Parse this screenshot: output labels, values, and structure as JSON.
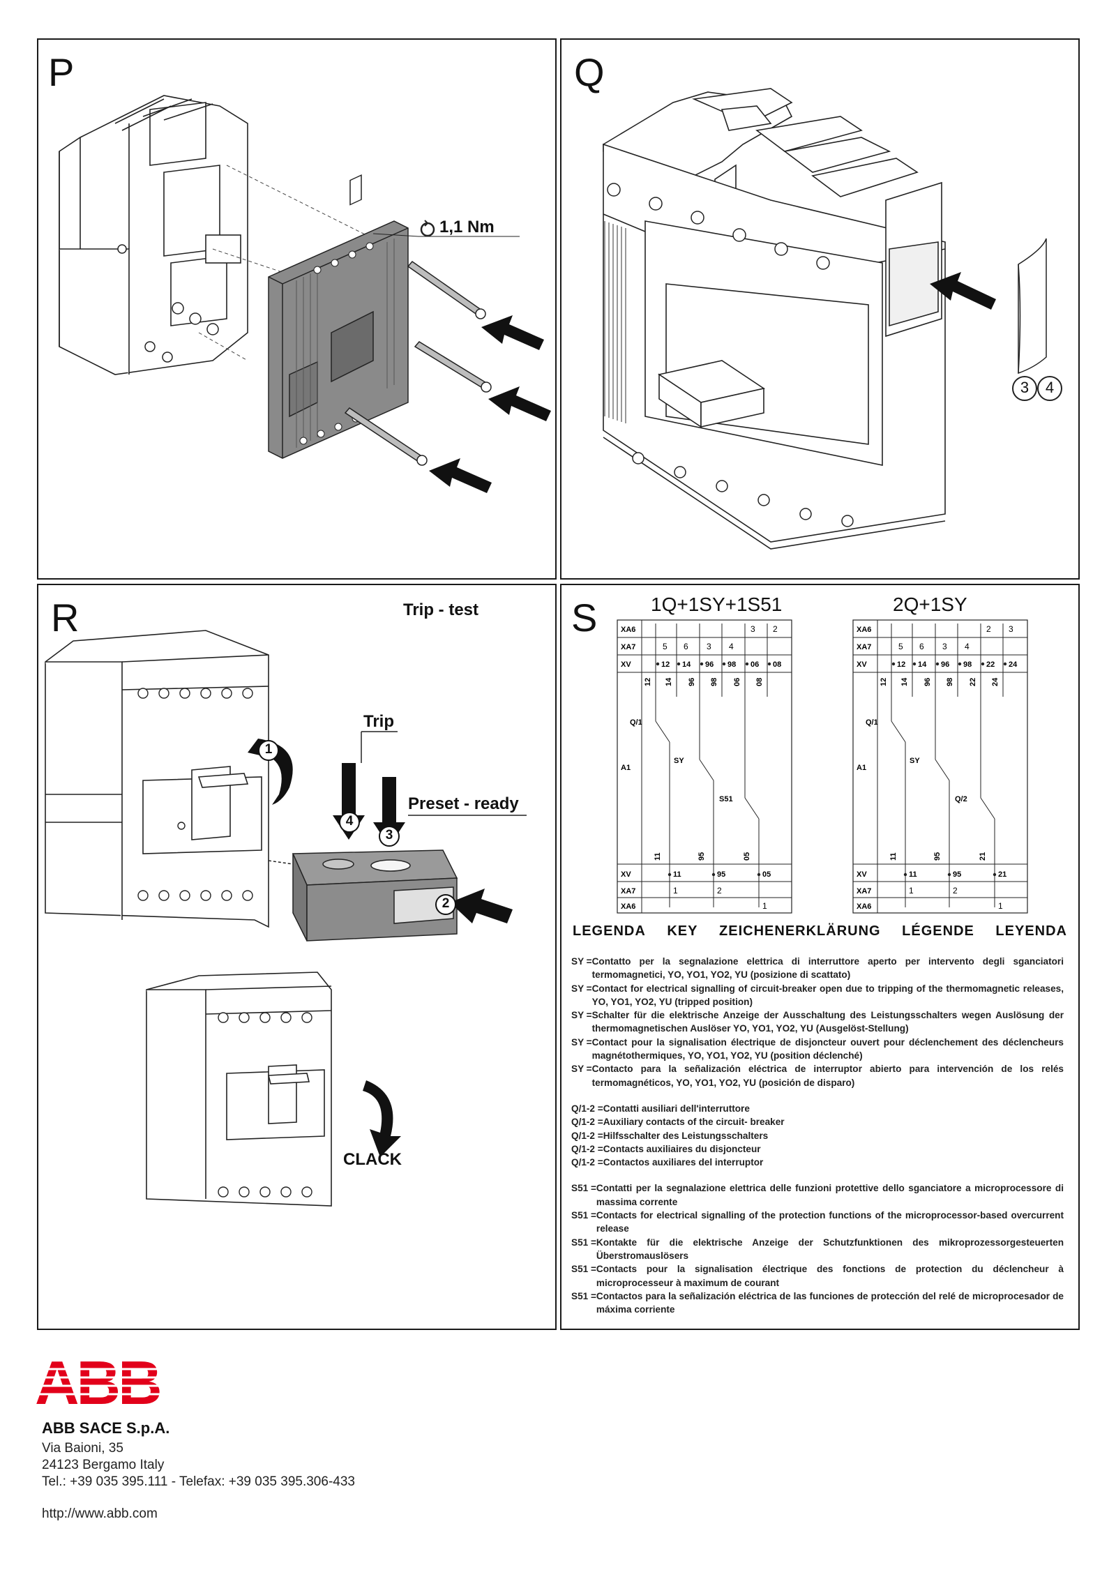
{
  "panels": {
    "p": {
      "letter": "P",
      "torque": "1,1 Nm"
    },
    "q": {
      "letter": "Q",
      "callouts": [
        "3",
        "4"
      ]
    },
    "r": {
      "letter": "R",
      "title": "Trip - test",
      "trip": "Trip",
      "preset": "Preset - ready",
      "clack": "CLACK",
      "steps": [
        "1",
        "2",
        "3",
        "4"
      ]
    },
    "s": {
      "letter": "S",
      "diagram_left": {
        "title": "1Q+1SY+1S51",
        "rows": [
          "XA6",
          "XA7",
          "XV",
          "A1",
          "XV",
          "XA7",
          "XA6"
        ],
        "top_numbers": [
          "3",
          "2"
        ],
        "xa7_top": [
          "5",
          "6",
          "3",
          "4"
        ],
        "xv_top": [
          "12",
          "14",
          "96",
          "98",
          "06",
          "08"
        ],
        "rot_top": [
          "12",
          "14",
          "96",
          "98",
          "06",
          "08"
        ],
        "devices": [
          "Q/1",
          "SY",
          "S51"
        ],
        "rot_bottom": [
          "11",
          "95",
          "05"
        ],
        "xv_bottom": [
          "11",
          "95",
          "05"
        ],
        "xa7_bottom": [
          "1",
          "2"
        ],
        "xa6_bottom": [
          "1"
        ]
      },
      "diagram_right": {
        "title": "2Q+1SY",
        "rows": [
          "XA6",
          "XA7",
          "XV",
          "A1",
          "XV",
          "XA7",
          "XA6"
        ],
        "top_numbers": [
          "2",
          "3"
        ],
        "xa7_top": [
          "5",
          "6",
          "3",
          "4"
        ],
        "xv_top": [
          "12",
          "14",
          "96",
          "98",
          "22",
          "24"
        ],
        "rot_top": [
          "12",
          "14",
          "96",
          "98",
          "22",
          "24"
        ],
        "devices": [
          "Q/1",
          "SY",
          "Q/2"
        ],
        "rot_bottom": [
          "11",
          "95",
          "21"
        ],
        "xv_bottom": [
          "11",
          "95",
          "21"
        ],
        "xa7_bottom": [
          "1",
          "2"
        ],
        "xa6_bottom": [
          "1"
        ]
      },
      "legend_titles": [
        "LEGENDA",
        "KEY",
        "ZEICHENERKLÄRUNG",
        "LÉGENDE",
        "LEYENDA"
      ],
      "legend": [
        [
          {
            "code": "SY =",
            "text": "Contatto per la segnalazione elettrica di interruttore aperto per intervento degli sganciatori termomagnetici, YO, YO1, YO2, YU (posizione di scattato)"
          },
          {
            "code": "SY = ",
            "text": "Contact for electrical signalling of circuit-breaker open due to tripping of the thermomagnetic releases, YO, YO1, YO2, YU (tripped position)"
          },
          {
            "code": "SY = ",
            "text": "Schalter für die elektrische Anzeige der Ausschaltung des Leistungsschalters wegen Auslösung der thermomagnetischen Auslöser YO, YO1, YO2, YU (Ausgelöst-Stellung)"
          },
          {
            "code": "SY =",
            "text": "Contact pour la signalisation électrique de disjoncteur ouvert pour déclenchement des déclencheurs magnétothermiques, YO, YO1, YO2, YU (position déclenché)"
          },
          {
            "code": "SY =",
            "text": "Contacto para la señalización eléctrica de interruptor abierto para intervención de los relés termomagnéticos, YO, YO1, YO2, YU (posición de disparo)"
          }
        ],
        [
          {
            "code": "Q/1-2 =",
            "text": "Contatti ausiliari dell'interruttore"
          },
          {
            "code": "Q/1-2 =",
            "text": "Auxiliary contacts of the circuit- breaker"
          },
          {
            "code": "Q/1-2 =",
            "text": "Hilfsschalter des Leistungsschalters"
          },
          {
            "code": "Q/1-2 =",
            "text": "Contacts auxiliaires du disjoncteur"
          },
          {
            "code": "Q/1-2 =",
            "text": "Contactos auxiliares del interruptor"
          }
        ],
        [
          {
            "code": "S51  = ",
            "text": "Contatti per la segnalazione elettrica delle funzioni protettive dello sganciatore a microprocessore di massima corrente"
          },
          {
            "code": "S51  = ",
            "text": "Contacts for electrical signalling of the protection functions of the microprocessor-based overcurrent release"
          },
          {
            "code": "S51 =",
            "text": "Kontakte für die elektrische Anzeige der Schutzfunktionen des mikroprozessorgesteuerten Überstromauslösers"
          },
          {
            "code": "S51 =",
            "text": "Contacts pour la signalisation électrique des fonctions de protection du déclencheur à microprocesseur à maximum de courant"
          },
          {
            "code": "S51  = ",
            "text": "Contactos para la señalización eléctrica de las funciones de protección del relé de microprocesador de máxima corriente"
          }
        ]
      ]
    }
  },
  "brand": {
    "logo": "ABB",
    "color": "#e2001a"
  },
  "company": {
    "name": "ABB SACE S.p.A.",
    "street": "Via Baioni, 35",
    "city": "24123 Bergamo Italy",
    "phone": "Tel.: +39 035 395.111 - Telefax: +39 035 395.306-433",
    "web": "http://www.abb.com"
  }
}
